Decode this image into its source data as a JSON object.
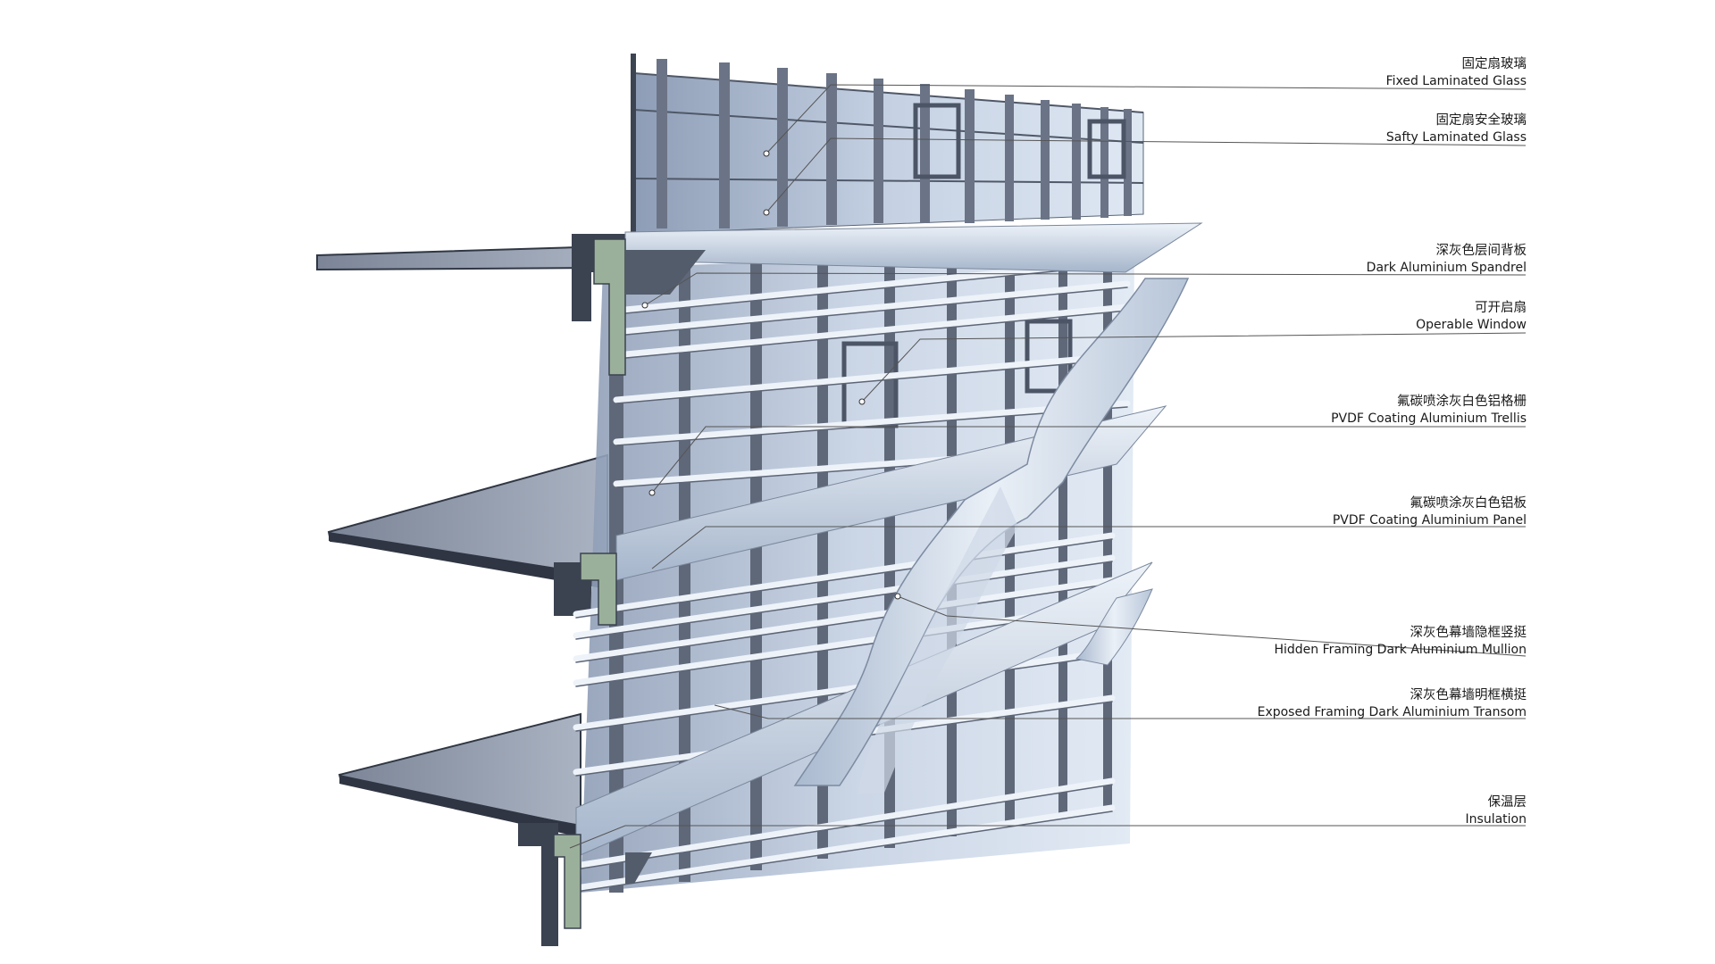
{
  "labels": [
    {
      "cn": "固定扇玻璃",
      "en": "Fixed Laminated Glass"
    },
    {
      "cn": "固定扇安全玻璃",
      "en": "Safty Laminated Glass"
    },
    {
      "cn": "深灰色层间背板",
      "en": "Dark Aluminium Spandrel"
    },
    {
      "cn": "可开启扇",
      "en": "Operable Window"
    },
    {
      "cn": "氟碳喷涂灰白色铝格栅",
      "en": "PVDF Coating Aluminium Trellis"
    },
    {
      "cn": "氟碳喷涂灰白色铝板",
      "en": "PVDF Coating Aluminium Panel"
    },
    {
      "cn": "深灰色幕墙隐框竖挺",
      "en": "Hidden Framing Dark Aluminium Mullion"
    },
    {
      "cn": "深灰色幕墙明框横挺",
      "en": "Exposed Framing Dark Aluminium Transom"
    },
    {
      "cn": "保温层",
      "en": "Insulation"
    }
  ]
}
